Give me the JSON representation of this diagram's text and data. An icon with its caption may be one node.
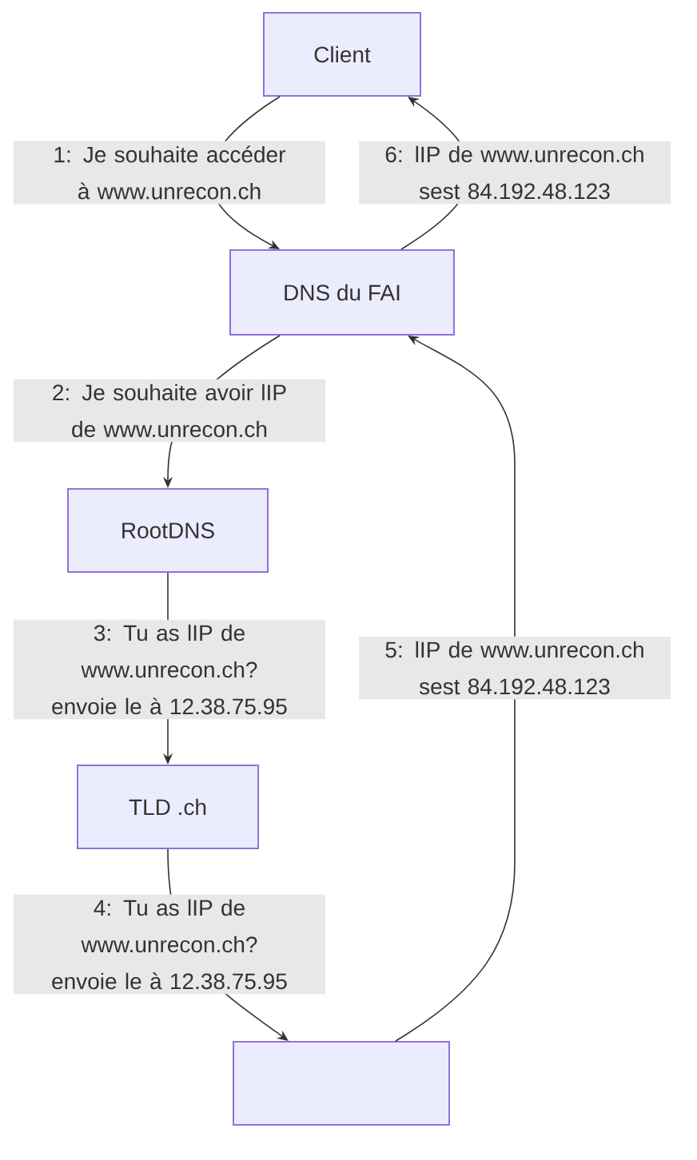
{
  "diagram": {
    "nodes": [
      {
        "text": [
          "Client"
        ]
      },
      {
        "text": [
          "DNS du FAI"
        ]
      },
      {
        "text": [
          "RootDNS"
        ]
      },
      {
        "text": [
          "TLD .ch"
        ]
      },
      {
        "text": [],
        "shape": "box"
      }
    ],
    "edges": [
      {
        "from": 0,
        "to": 1,
        "arrow": "to",
        "label": "1: Je souhaite accéder à www.unrecon.ch"
      },
      {
        "from": 1,
        "to": 0,
        "arrow": "to",
        "label": "6: lIP de www.unrecon.ch sest 84.192.48.123"
      },
      {
        "from": 1,
        "to": 2,
        "arrow": "to",
        "label": "2: Je souhaite avoir lIP de www.unrecon.ch"
      },
      {
        "from": 2,
        "to": 3,
        "arrow": "to",
        "label": "3: Tu as lIP de www.unrecon.ch? envoie le à 12.38.75.95"
      },
      {
        "from": 3,
        "to": 4,
        "arrow": "to",
        "label": "4: Tu as lIP de www.unrecon.ch? envoie le à 12.38.75.95"
      },
      {
        "from": 4,
        "to": 1,
        "arrow": "to",
        "label": "5: lIP de www.unrecon.ch sest 84.192.48.123"
      }
    ]
  }
}
